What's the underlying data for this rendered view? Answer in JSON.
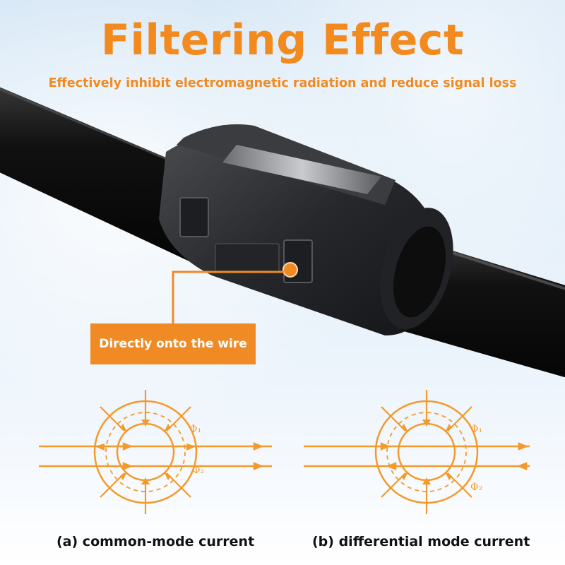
{
  "title": "Filtering Effect",
  "subtitle": "Effectively inhibit electromagnetic radiation and reduce signal loss",
  "callout": "Directly onto the wire",
  "diagrams": {
    "left_caption": "(a) common-mode current",
    "right_caption": "(b) differential mode current",
    "flux_labels": [
      "Φ₁",
      "Φ₂"
    ]
  },
  "colors": {
    "accent": "#f28a1e",
    "callout_bg": "#f08a24",
    "cable": "#111111",
    "ferrite": "#2a2c30"
  }
}
